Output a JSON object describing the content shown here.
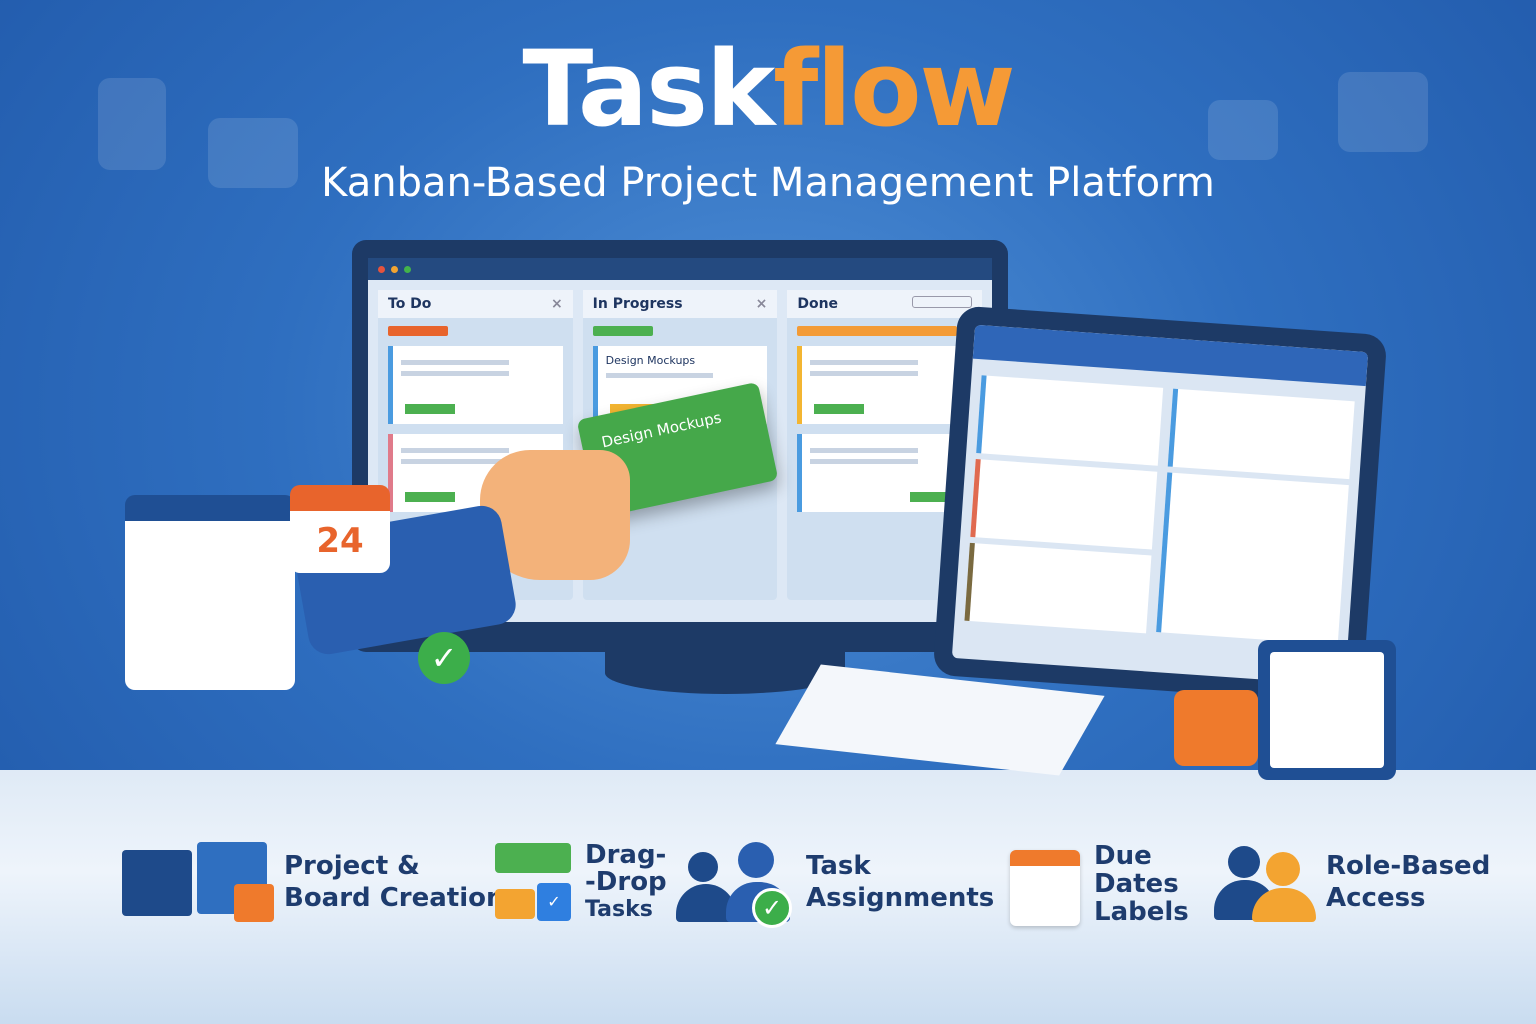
{
  "header": {
    "title_part1": "Task",
    "title_part2": "flow",
    "subtitle": "Kanban-Based Project Management Platform"
  },
  "colors": {
    "brand_blue": "#1e3c6e",
    "brand_orange": "#f59a36",
    "green": "#45a84a"
  },
  "monitor": {
    "columns": [
      {
        "label": "To Do",
        "close_icon": "×"
      },
      {
        "label": "In Progress",
        "close_icon": "×"
      },
      {
        "label": "Done"
      }
    ],
    "cards": {
      "in_progress_card": "Design Mockups"
    },
    "dragged_card": "Design Mockups"
  },
  "calendar": {
    "day": "24"
  },
  "features": [
    {
      "icon": "board-icon",
      "lines": [
        "Project &",
        "Board Creation"
      ]
    },
    {
      "icon": "drag-drop-icon",
      "lines": [
        "Drag-",
        "-Drop",
        "Tasks"
      ]
    },
    {
      "icon": "users-check-icon",
      "lines": [
        "Task",
        "Assignments"
      ]
    },
    {
      "icon": "calendar-icon",
      "lines": [
        "Due",
        "Dates",
        "Labels"
      ]
    },
    {
      "icon": "role-users-icon",
      "lines": [
        "Role-Based",
        "Access"
      ]
    }
  ]
}
